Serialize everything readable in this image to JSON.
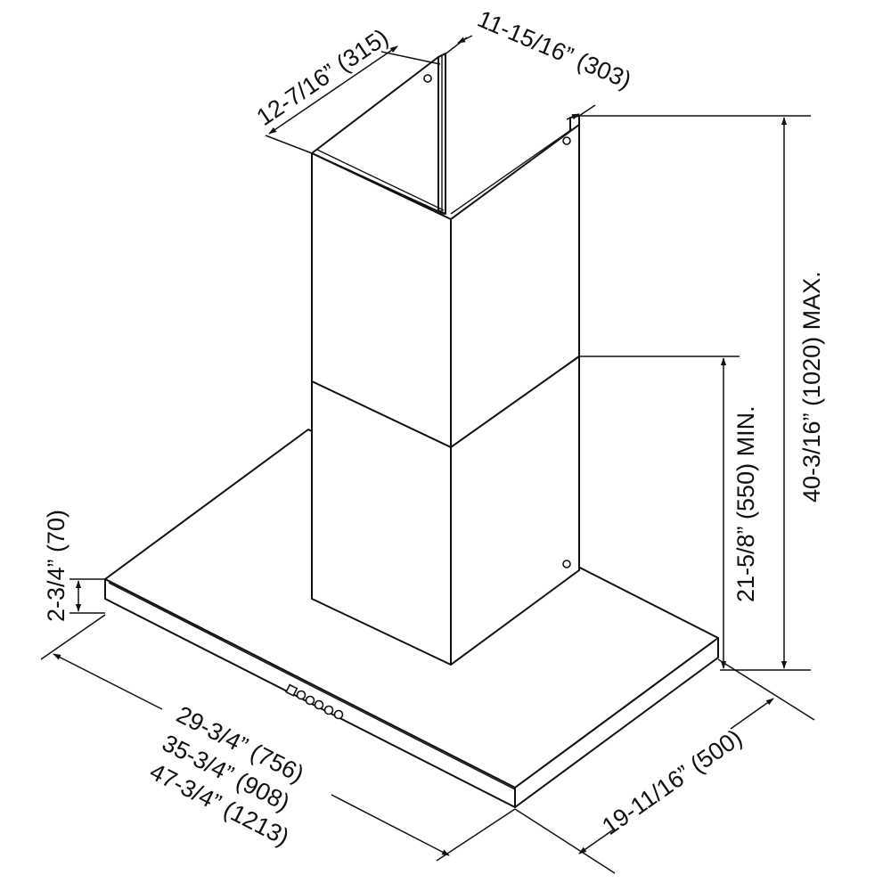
{
  "dimensions": {
    "duct_depth": "12-7/16” (315)",
    "duct_width": "11-15/16” (303)",
    "height_max": "40-3/16” (1020) MAX.",
    "height_min": "21-5/8” (550) MIN.",
    "canopy_thickness": "2-3/4” (70)",
    "width_1": "29-3/4” (756)",
    "width_2": "35-3/4” (908)",
    "width_3": "47-3/4” (1213)",
    "canopy_depth": "19-11/16” (500)"
  },
  "control_panel": {
    "button_icons": [
      "button-square-icon",
      "button-round-icon",
      "button-round-icon",
      "button-round-icon",
      "button-round-icon",
      "button-round-icon"
    ]
  },
  "colors": {
    "line": "#111111",
    "background": "#ffffff"
  }
}
